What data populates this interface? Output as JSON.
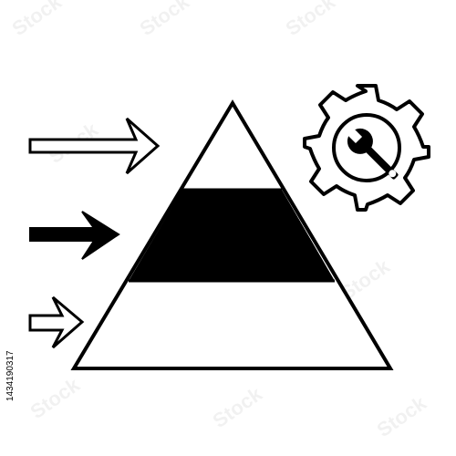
{
  "image_id_text": "1434190317",
  "watermark": {
    "text": "Stock",
    "repeated": true
  },
  "icons": {
    "pyramid": "pyramid-icon",
    "gear": "gear-icon",
    "wrench": "wrench-icon",
    "arrows": [
      "outline-arrow-icon",
      "solid-arrow-icon",
      "outline-arrow-icon"
    ]
  },
  "pyramid": {
    "levels": 3,
    "highlighted_level": 2
  },
  "colors": {
    "foreground": "#000000",
    "background": "#ffffff"
  }
}
